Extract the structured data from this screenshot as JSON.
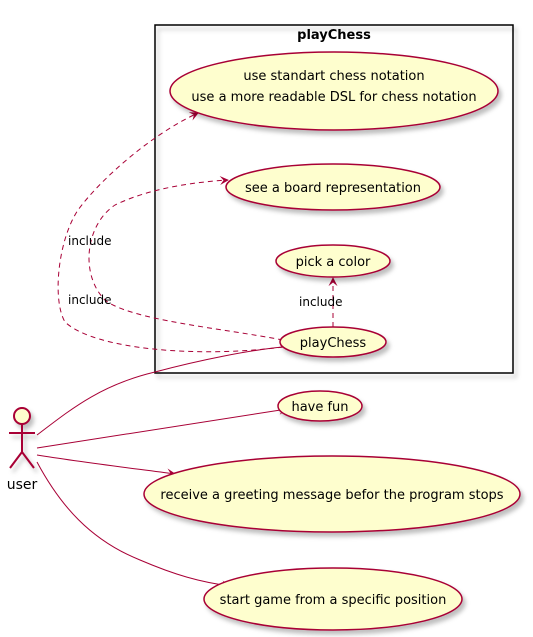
{
  "colors": {
    "usecase_fill": "#FEFECE",
    "usecase_stroke": "#A80036",
    "edge": "#A80036",
    "package_stroke": "#000000",
    "shadow": "#c8c8c8"
  },
  "package": {
    "title": "playChess"
  },
  "actor": {
    "label": "user",
    "icon": "stick-figure-icon"
  },
  "usecases": {
    "notation_line1": "use standart chess notation",
    "notation_line2": "use a more readable DSL for chess notation",
    "board": "see a board representation",
    "pick_color": "pick a color",
    "play_chess": "playChess",
    "have_fun": "have fun",
    "greeting": "receive a greeting message befor the program stops",
    "start_game": "start game from a specific position"
  },
  "edge_labels": {
    "include_notation": "include",
    "include_board": "include",
    "include_pick_color": "include"
  }
}
